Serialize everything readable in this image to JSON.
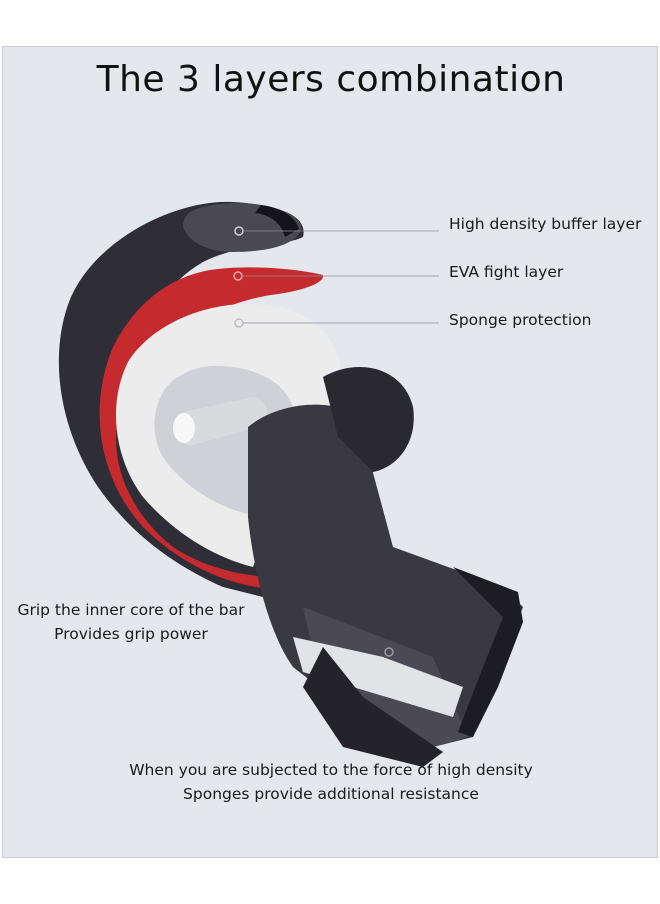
{
  "title": "The 3 layers combination",
  "layers": [
    "High density buffer layer",
    "EVA fight layer",
    "Sponge protection"
  ],
  "grip": {
    "line1": "Grip the inner core of the bar",
    "line2": "Provides grip power"
  },
  "sponge_note": {
    "line1": "When you are subjected to the force of high density",
    "line2": "Sponges provide additional resistance"
  },
  "colors": {
    "background": "#e4e7ec",
    "outer_layer": "#2f2d36",
    "eva_layer": "#c42a2e",
    "sponge_layer": "#ececec"
  }
}
